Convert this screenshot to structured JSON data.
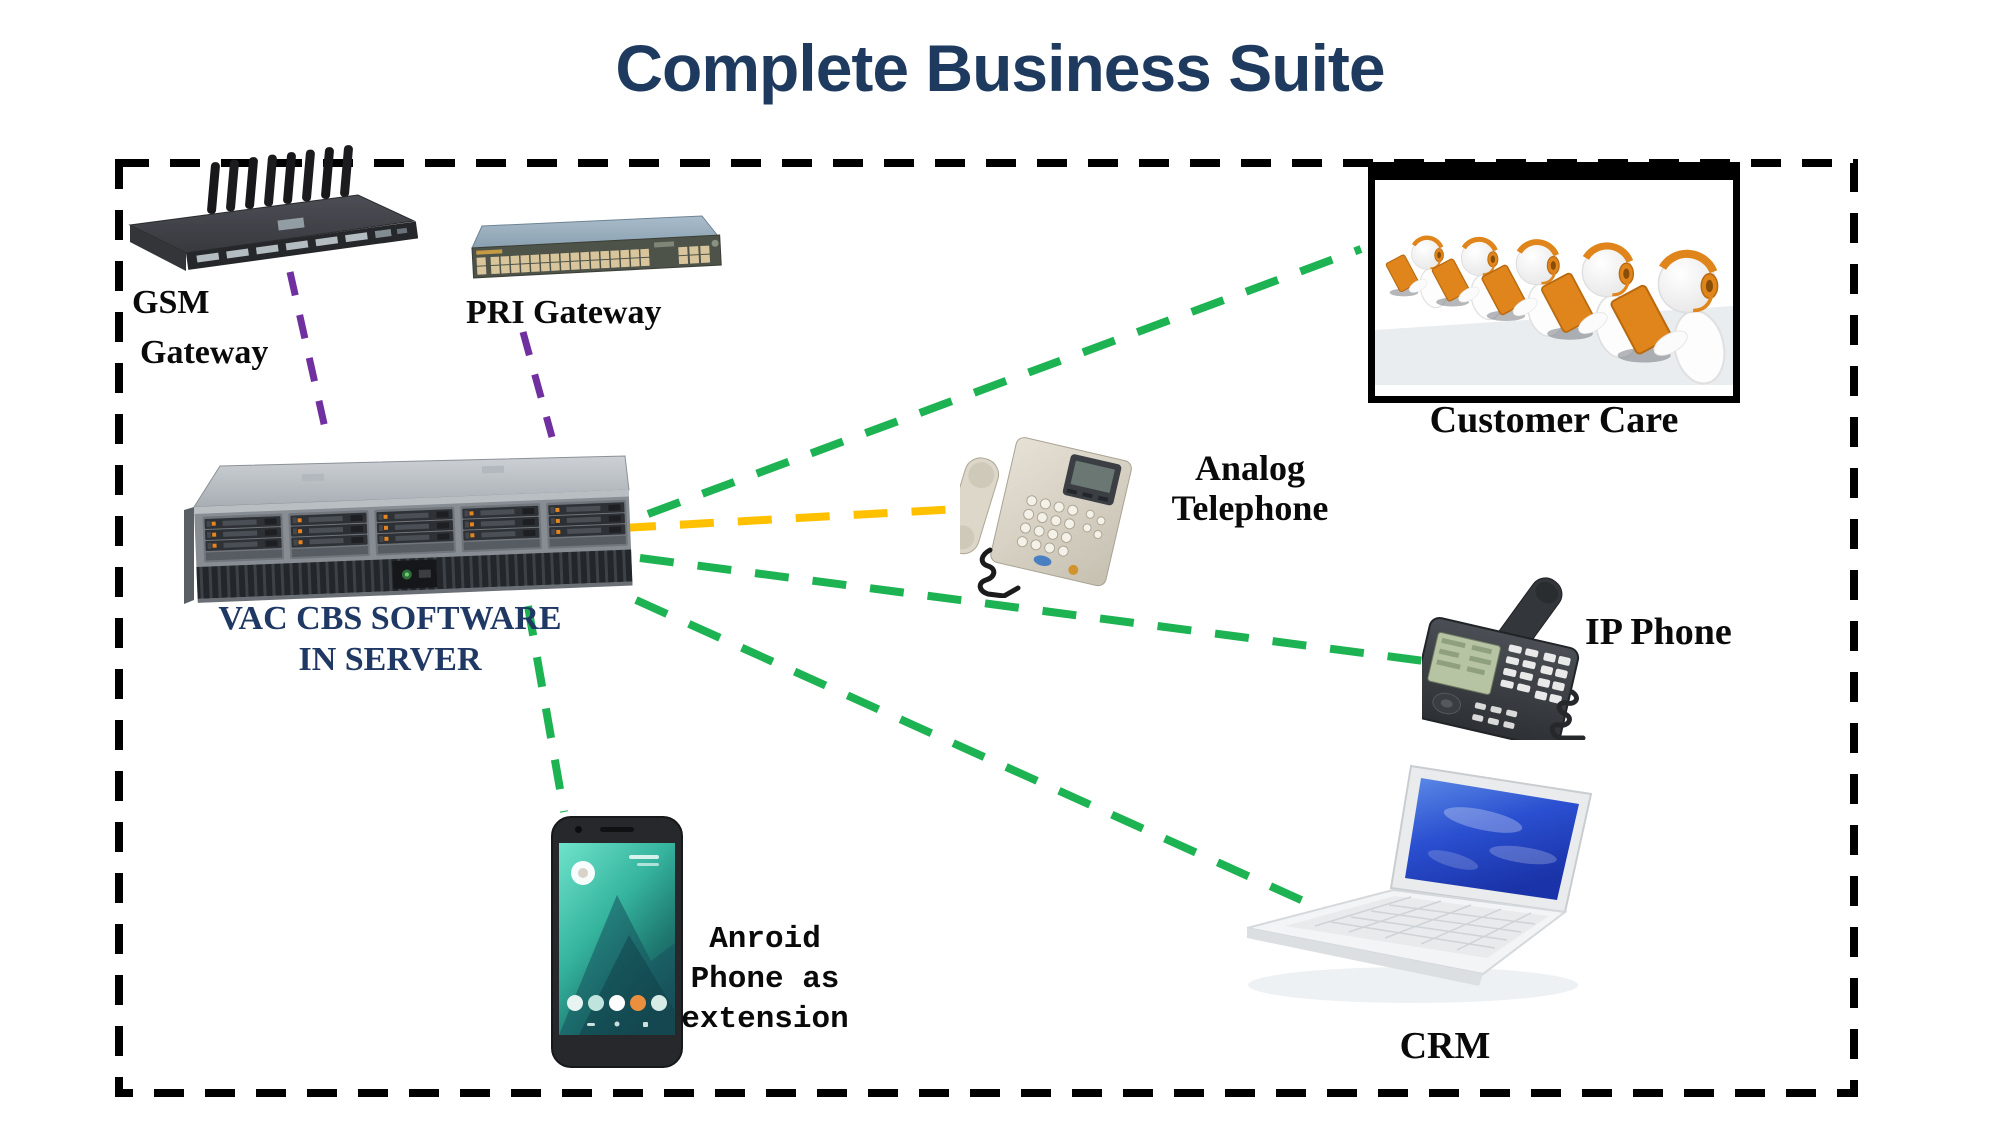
{
  "title": "Complete Business Suite",
  "colors": {
    "title_text": "#1e3a5f",
    "server_text": "#1f3864",
    "label_text": "#0a0a0a",
    "line_green": "#1db353",
    "line_yellow": "#ffc000",
    "line_purple": "#7030a0",
    "border": "#000000",
    "headset_orange": "#e0851c",
    "crm_screen_blue": "#2a4fd0"
  },
  "nodes": {
    "gsm": {
      "lines": [
        "GSM",
        "Gateway"
      ]
    },
    "pri": {
      "label": "PRI Gateway"
    },
    "server": {
      "lines": [
        "VAC CBS SOFTWARE",
        "IN SERVER"
      ]
    },
    "customer": {
      "label": "Customer Care"
    },
    "analog": {
      "lines": [
        "Analog",
        "Telephone"
      ]
    },
    "ip": {
      "label": "IP Phone"
    },
    "crm": {
      "label": "CRM"
    },
    "android": {
      "lines": [
        "Anroid",
        "Phone as",
        "extension"
      ]
    }
  },
  "connections": [
    {
      "from": "gsm-gateway",
      "to": "server",
      "color": "purple"
    },
    {
      "from": "pri-gateway",
      "to": "server",
      "color": "purple"
    },
    {
      "from": "server",
      "to": "customer-care",
      "color": "green"
    },
    {
      "from": "server",
      "to": "analog-telephone",
      "color": "yellow"
    },
    {
      "from": "server",
      "to": "ip-phone",
      "color": "green"
    },
    {
      "from": "server",
      "to": "crm",
      "color": "green"
    },
    {
      "from": "server",
      "to": "android-phone",
      "color": "green"
    }
  ]
}
